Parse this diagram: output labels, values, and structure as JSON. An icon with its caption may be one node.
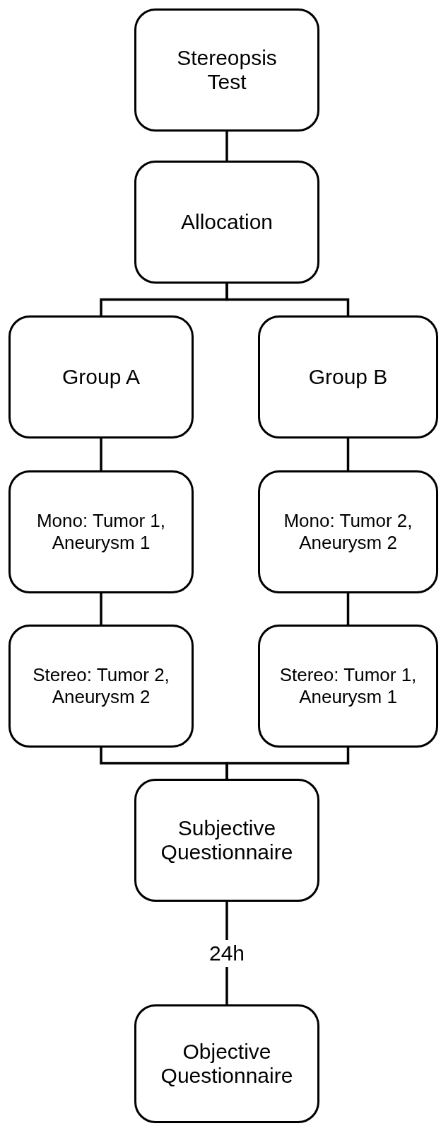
{
  "diagram": {
    "nodes": [
      {
        "text": [
          "Stereopsis Test"
        ]
      },
      {
        "text": [
          "Allocation"
        ]
      },
      {
        "text": [
          "Group A"
        ]
      },
      {
        "text": [
          "Group B"
        ]
      },
      {
        "text": [
          "Mono: Tumor 1, Aneurysm 1"
        ]
      },
      {
        "text": [
          "Mono: Tumor 2, Aneurysm 2"
        ]
      },
      {
        "text": [
          "Stereo: Tumor 2, Aneurysm 2"
        ]
      },
      {
        "text": [
          "Stereo: Tumor 1, Aneurysm 1"
        ]
      },
      {
        "text": [
          "Subjective Questionnaire"
        ]
      },
      {
        "text": [
          "Objective Questionnaire"
        ]
      }
    ],
    "edges": [
      {
        "from": 0,
        "to": 1,
        "arrow": "none"
      },
      {
        "from": 1,
        "to": 2,
        "arrow": "none"
      },
      {
        "from": 1,
        "to": 3,
        "arrow": "none"
      },
      {
        "from": 2,
        "to": 4,
        "arrow": "none"
      },
      {
        "from": 3,
        "to": 5,
        "arrow": "none"
      },
      {
        "from": 4,
        "to": 6,
        "arrow": "none"
      },
      {
        "from": 5,
        "to": 7,
        "arrow": "none"
      },
      {
        "from": 6,
        "to": 8,
        "arrow": "none"
      },
      {
        "from": 7,
        "to": 8,
        "arrow": "none"
      },
      {
        "from": 8,
        "to": 9,
        "label": "24h",
        "arrow": "none"
      }
    ]
  }
}
